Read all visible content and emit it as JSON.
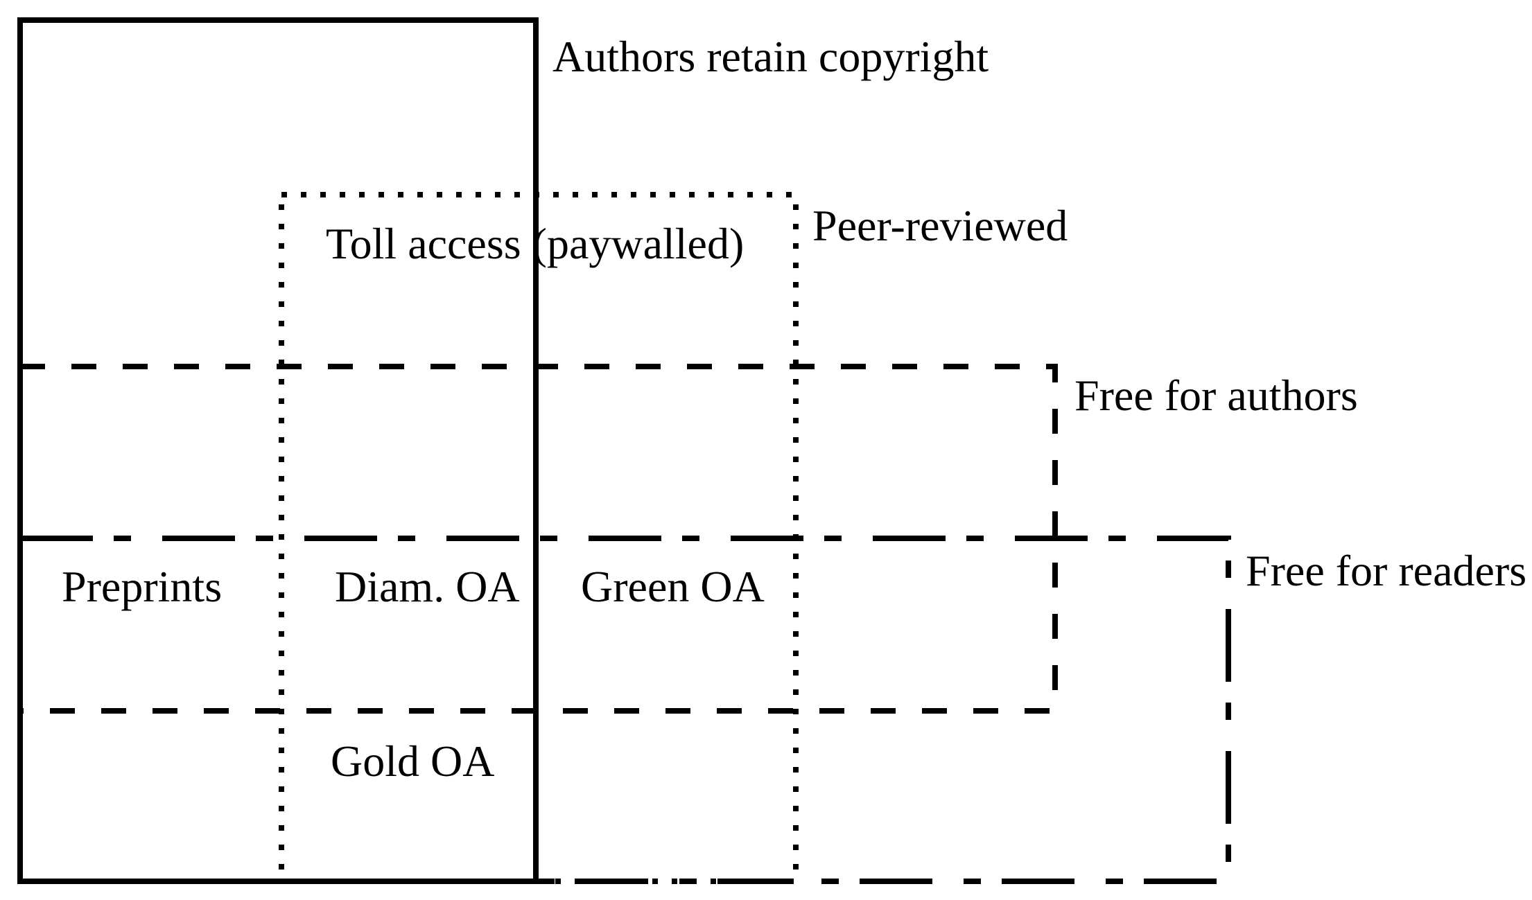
{
  "colors": {
    "line": "#000000",
    "text": "#000000",
    "background": "#ffffff"
  },
  "diagram": {
    "description": "Overlapping-rectangle diagram of scholarly publishing access models",
    "sets": [
      {
        "label": "Authors retain copyright",
        "style": "solid"
      },
      {
        "label": "Peer-reviewed",
        "style": "dotted"
      },
      {
        "label": "Free for authors",
        "style": "dashed"
      },
      {
        "label": "Free for readers",
        "style": "dash-dot"
      }
    ],
    "inner_labels": [
      {
        "label": "Toll access (paywalled)"
      },
      {
        "label": "Preprints"
      },
      {
        "label": "Diam. OA"
      },
      {
        "label": "Green OA"
      },
      {
        "label": "Gold OA"
      }
    ]
  }
}
